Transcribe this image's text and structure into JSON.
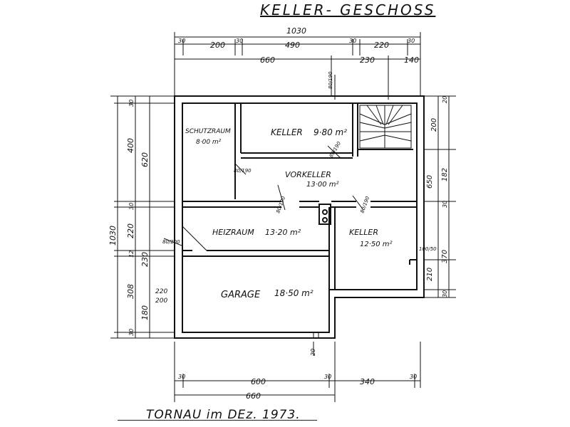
{
  "title": "KELLER- GESCHOSS",
  "footer": "TORNAU im DEz. 1973.",
  "rooms": {
    "schutzraum": {
      "name": "SCHUTZRAUM",
      "area": "8·00 m²"
    },
    "keller_top": {
      "name": "KELLER",
      "area": "9·80 m²"
    },
    "vorkeller": {
      "name": "VORKELLER",
      "area": "13·00 m²"
    },
    "heizraum": {
      "name": "HEIZRAUM",
      "area": "13·20 m²"
    },
    "keller_right": {
      "name": "KELLER",
      "area": "12·50 m²"
    },
    "garage": {
      "name": "GARAGE",
      "area": "18·50 m²"
    }
  },
  "dims_top": {
    "overall": "1030",
    "d30a": "30",
    "d200": "200",
    "d30b": "30",
    "d490": "490",
    "d30c": "30",
    "d220": "220",
    "d30d": "30",
    "d660": "660",
    "d230": "230",
    "d140": "140"
  },
  "dims_left": {
    "d1030": "1030",
    "d620": "620",
    "d400": "400",
    "d220": "220",
    "d230": "230",
    "d308": "308",
    "d180": "180",
    "d30a": "30",
    "d30b": "30",
    "d12": "12",
    "d30c": "30"
  },
  "dims_right": {
    "d200": "200",
    "d650": "650",
    "d182": "182",
    "d30": "30",
    "d370": "370",
    "d210": "210",
    "d30b": "30",
    "d20": "20"
  },
  "dims_bottom": {
    "d30a": "30",
    "d600": "600",
    "d30b": "30",
    "d340": "340",
    "d30c": "30",
    "d660": "660",
    "d20": "20"
  },
  "openings": {
    "o1": "80/190",
    "o2": "80/190",
    "o3": "80/190",
    "o4": "80/190",
    "o5": "80/190",
    "o6": "80/200",
    "o7": "100/50",
    "inner_220": "220",
    "inner_200": "200"
  }
}
